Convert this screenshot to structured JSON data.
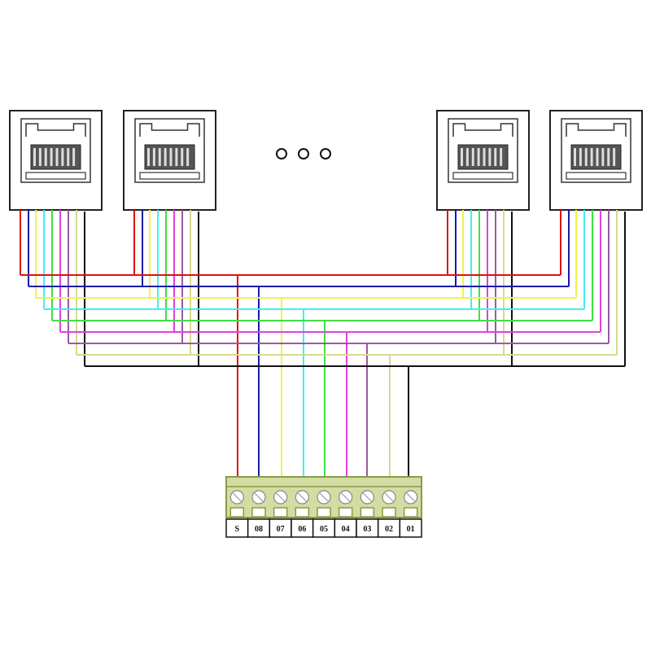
{
  "wire_colors": [
    "#e01010",
    "#1a1aa8",
    "#f2f24a",
    "#40f0f0",
    "#40e040",
    "#e040e0",
    "#9a5aa0",
    "#d8d890",
    "#111111"
  ],
  "connector_count": 4,
  "ellipsis_dot_count": 3,
  "terminal_block": {
    "fill": "#d4dca4",
    "stroke": "#8a9a44",
    "labels": [
      "S",
      "08",
      "07",
      "06",
      "05",
      "04",
      "03",
      "02",
      "01"
    ]
  }
}
